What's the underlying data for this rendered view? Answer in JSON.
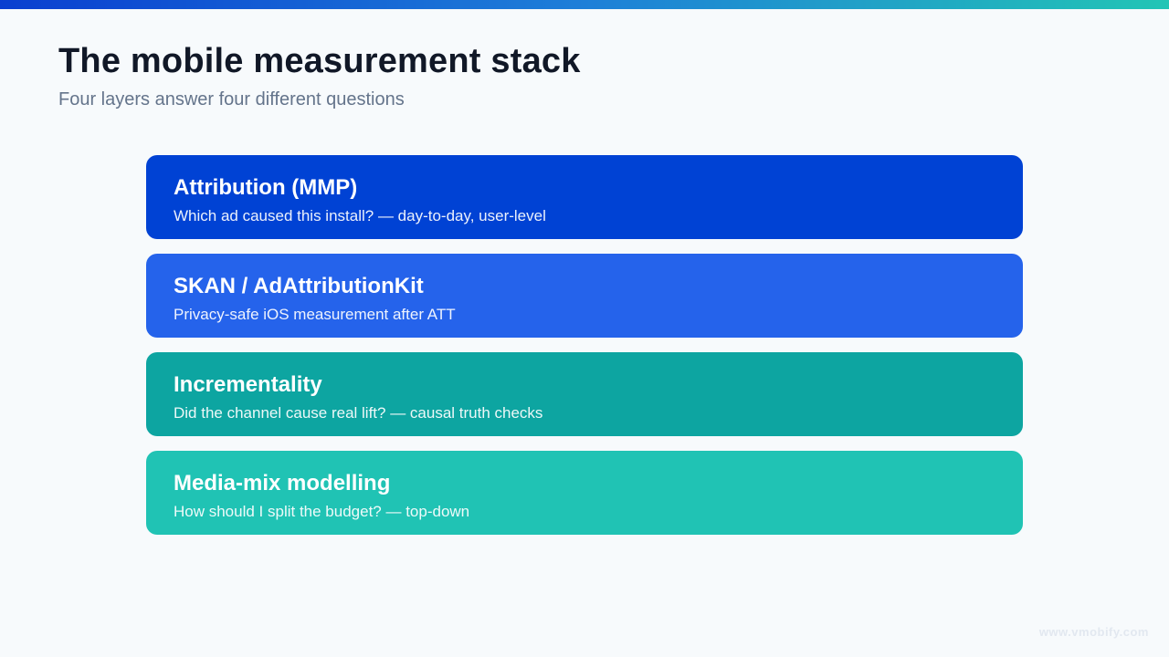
{
  "slide": {
    "title": "The mobile measurement stack",
    "subtitle": "Four layers answer four different questions"
  },
  "layers": [
    {
      "title": "Attribution (MMP)",
      "description": "Which ad caused this install? — day-to-day, user-level",
      "color": "#0042d4"
    },
    {
      "title": "SKAN / AdAttributionKit",
      "description": "Privacy-safe iOS measurement after ATT",
      "color": "#2563eb"
    },
    {
      "title": "Incrementality",
      "description": "Did the channel cause real lift? — causal truth checks",
      "color": "#0da5a1"
    },
    {
      "title": "Media-mix modelling",
      "description": "How should I split the budget? — top-down",
      "color": "#20c3b4"
    }
  ],
  "footer": {
    "watermark": "www.vmobify.com"
  }
}
